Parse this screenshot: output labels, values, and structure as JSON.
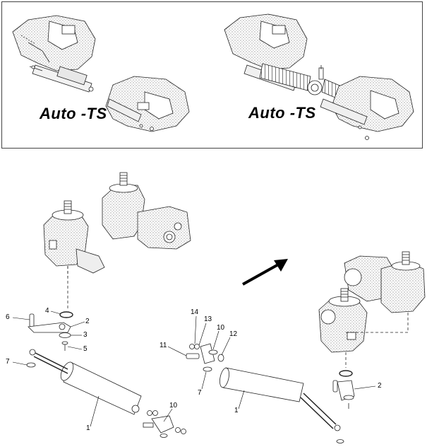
{
  "header_box": {
    "label_left": "Auto -TS",
    "label_right": "Auto -TS"
  },
  "callouts_left": {
    "c6": "6",
    "c4": "4",
    "c2": "2",
    "c3": "3",
    "c5": "5",
    "c7": "7",
    "c1": "1",
    "c10": "10"
  },
  "callouts_right": {
    "c14": "14",
    "c13": "13",
    "c10": "10",
    "c12": "12",
    "c11": "11",
    "c7": "7",
    "c1": "1",
    "c2": "2"
  },
  "icons": {
    "arrow": "direction-arrow-icon"
  }
}
